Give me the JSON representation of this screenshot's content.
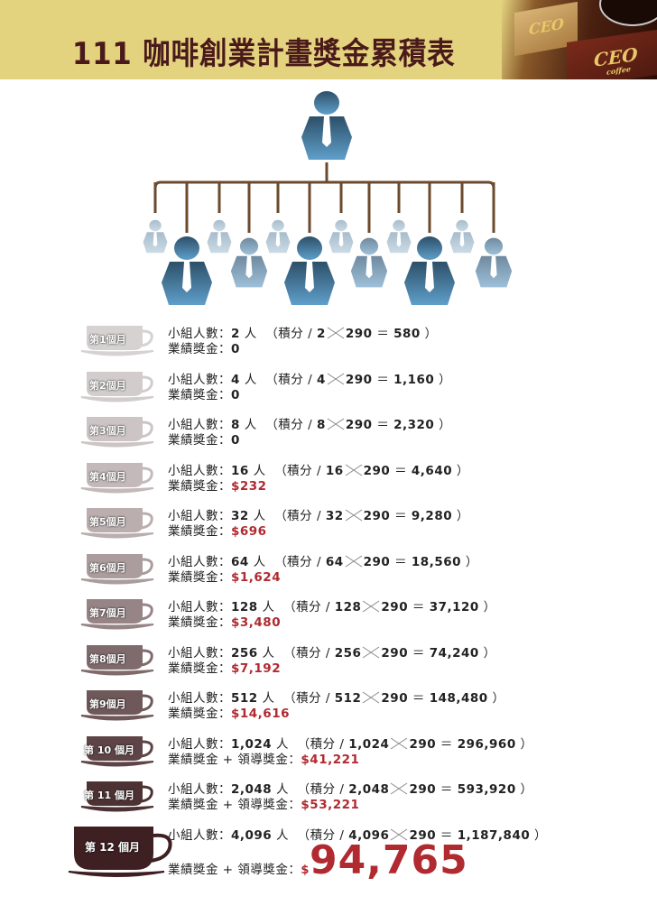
{
  "header": {
    "title": "111 咖啡創業計畫獎金累積表",
    "product_brand": "CEO",
    "product_sub": "coffee"
  },
  "labels": {
    "group_size": "小組人數：",
    "person_unit": "人",
    "points_open": "（積分 /",
    "times_value": "290",
    "equals": "＝",
    "close": "）",
    "bonus": "業績獎金：",
    "bonus_plus_lead": "業績獎金 + 領導獎金："
  },
  "colors": {
    "title": "#4a1a1a",
    "banner": "#e3d27e",
    "amount": "#b02a30",
    "connector": "#6b4a2e"
  },
  "months": [
    {
      "badge": "第1個月",
      "people": "2",
      "points": "580",
      "amount": "0",
      "highlight": false,
      "lead": false,
      "cup": "#d6d2d2"
    },
    {
      "badge": "第2個月",
      "people": "4",
      "points": "1,160",
      "amount": "0",
      "highlight": false,
      "lead": false,
      "cup": "#d2cccc"
    },
    {
      "badge": "第3個月",
      "people": "8",
      "points": "2,320",
      "amount": "0",
      "highlight": false,
      "lead": false,
      "cup": "#ccc4c5"
    },
    {
      "badge": "第4個月",
      "people": "16",
      "points": "4,640",
      "amount": "$232",
      "highlight": true,
      "lead": false,
      "cup": "#c4b9ba"
    },
    {
      "badge": "第5個月",
      "people": "32",
      "points": "9,280",
      "amount": "$696",
      "highlight": true,
      "lead": false,
      "cup": "#baaeaf"
    },
    {
      "badge": "第6個月",
      "people": "64",
      "points": "18,560",
      "amount": "$1,624",
      "highlight": true,
      "lead": false,
      "cup": "#ab9c9d"
    },
    {
      "badge": "第7個月",
      "people": "128",
      "points": "37,120",
      "amount": "$3,480",
      "highlight": true,
      "lead": false,
      "cup": "#978486"
    },
    {
      "badge": "第8個月",
      "people": "256",
      "points": "74,240",
      "amount": "$7,192",
      "highlight": true,
      "lead": false,
      "cup": "#806b6c"
    },
    {
      "badge": "第9個月",
      "people": "512",
      "points": "148,480",
      "amount": "$14,616",
      "highlight": true,
      "lead": false,
      "cup": "#6f5859"
    },
    {
      "badge": "第 10 個月",
      "people": "1,024",
      "points": "296,960",
      "amount": "$41,221",
      "highlight": true,
      "lead": true,
      "cup": "#5e4446"
    },
    {
      "badge": "第 11 個月",
      "people": "2,048",
      "points": "593,920",
      "amount": "$53,221",
      "highlight": true,
      "lead": true,
      "cup": "#4d3234"
    },
    {
      "badge": "第 12 個月",
      "people": "4,096",
      "points": "1,187,840",
      "amount_symbol": "$",
      "amount": "94,765",
      "highlight": true,
      "lead": true,
      "cup": "#3e1f22"
    }
  ]
}
